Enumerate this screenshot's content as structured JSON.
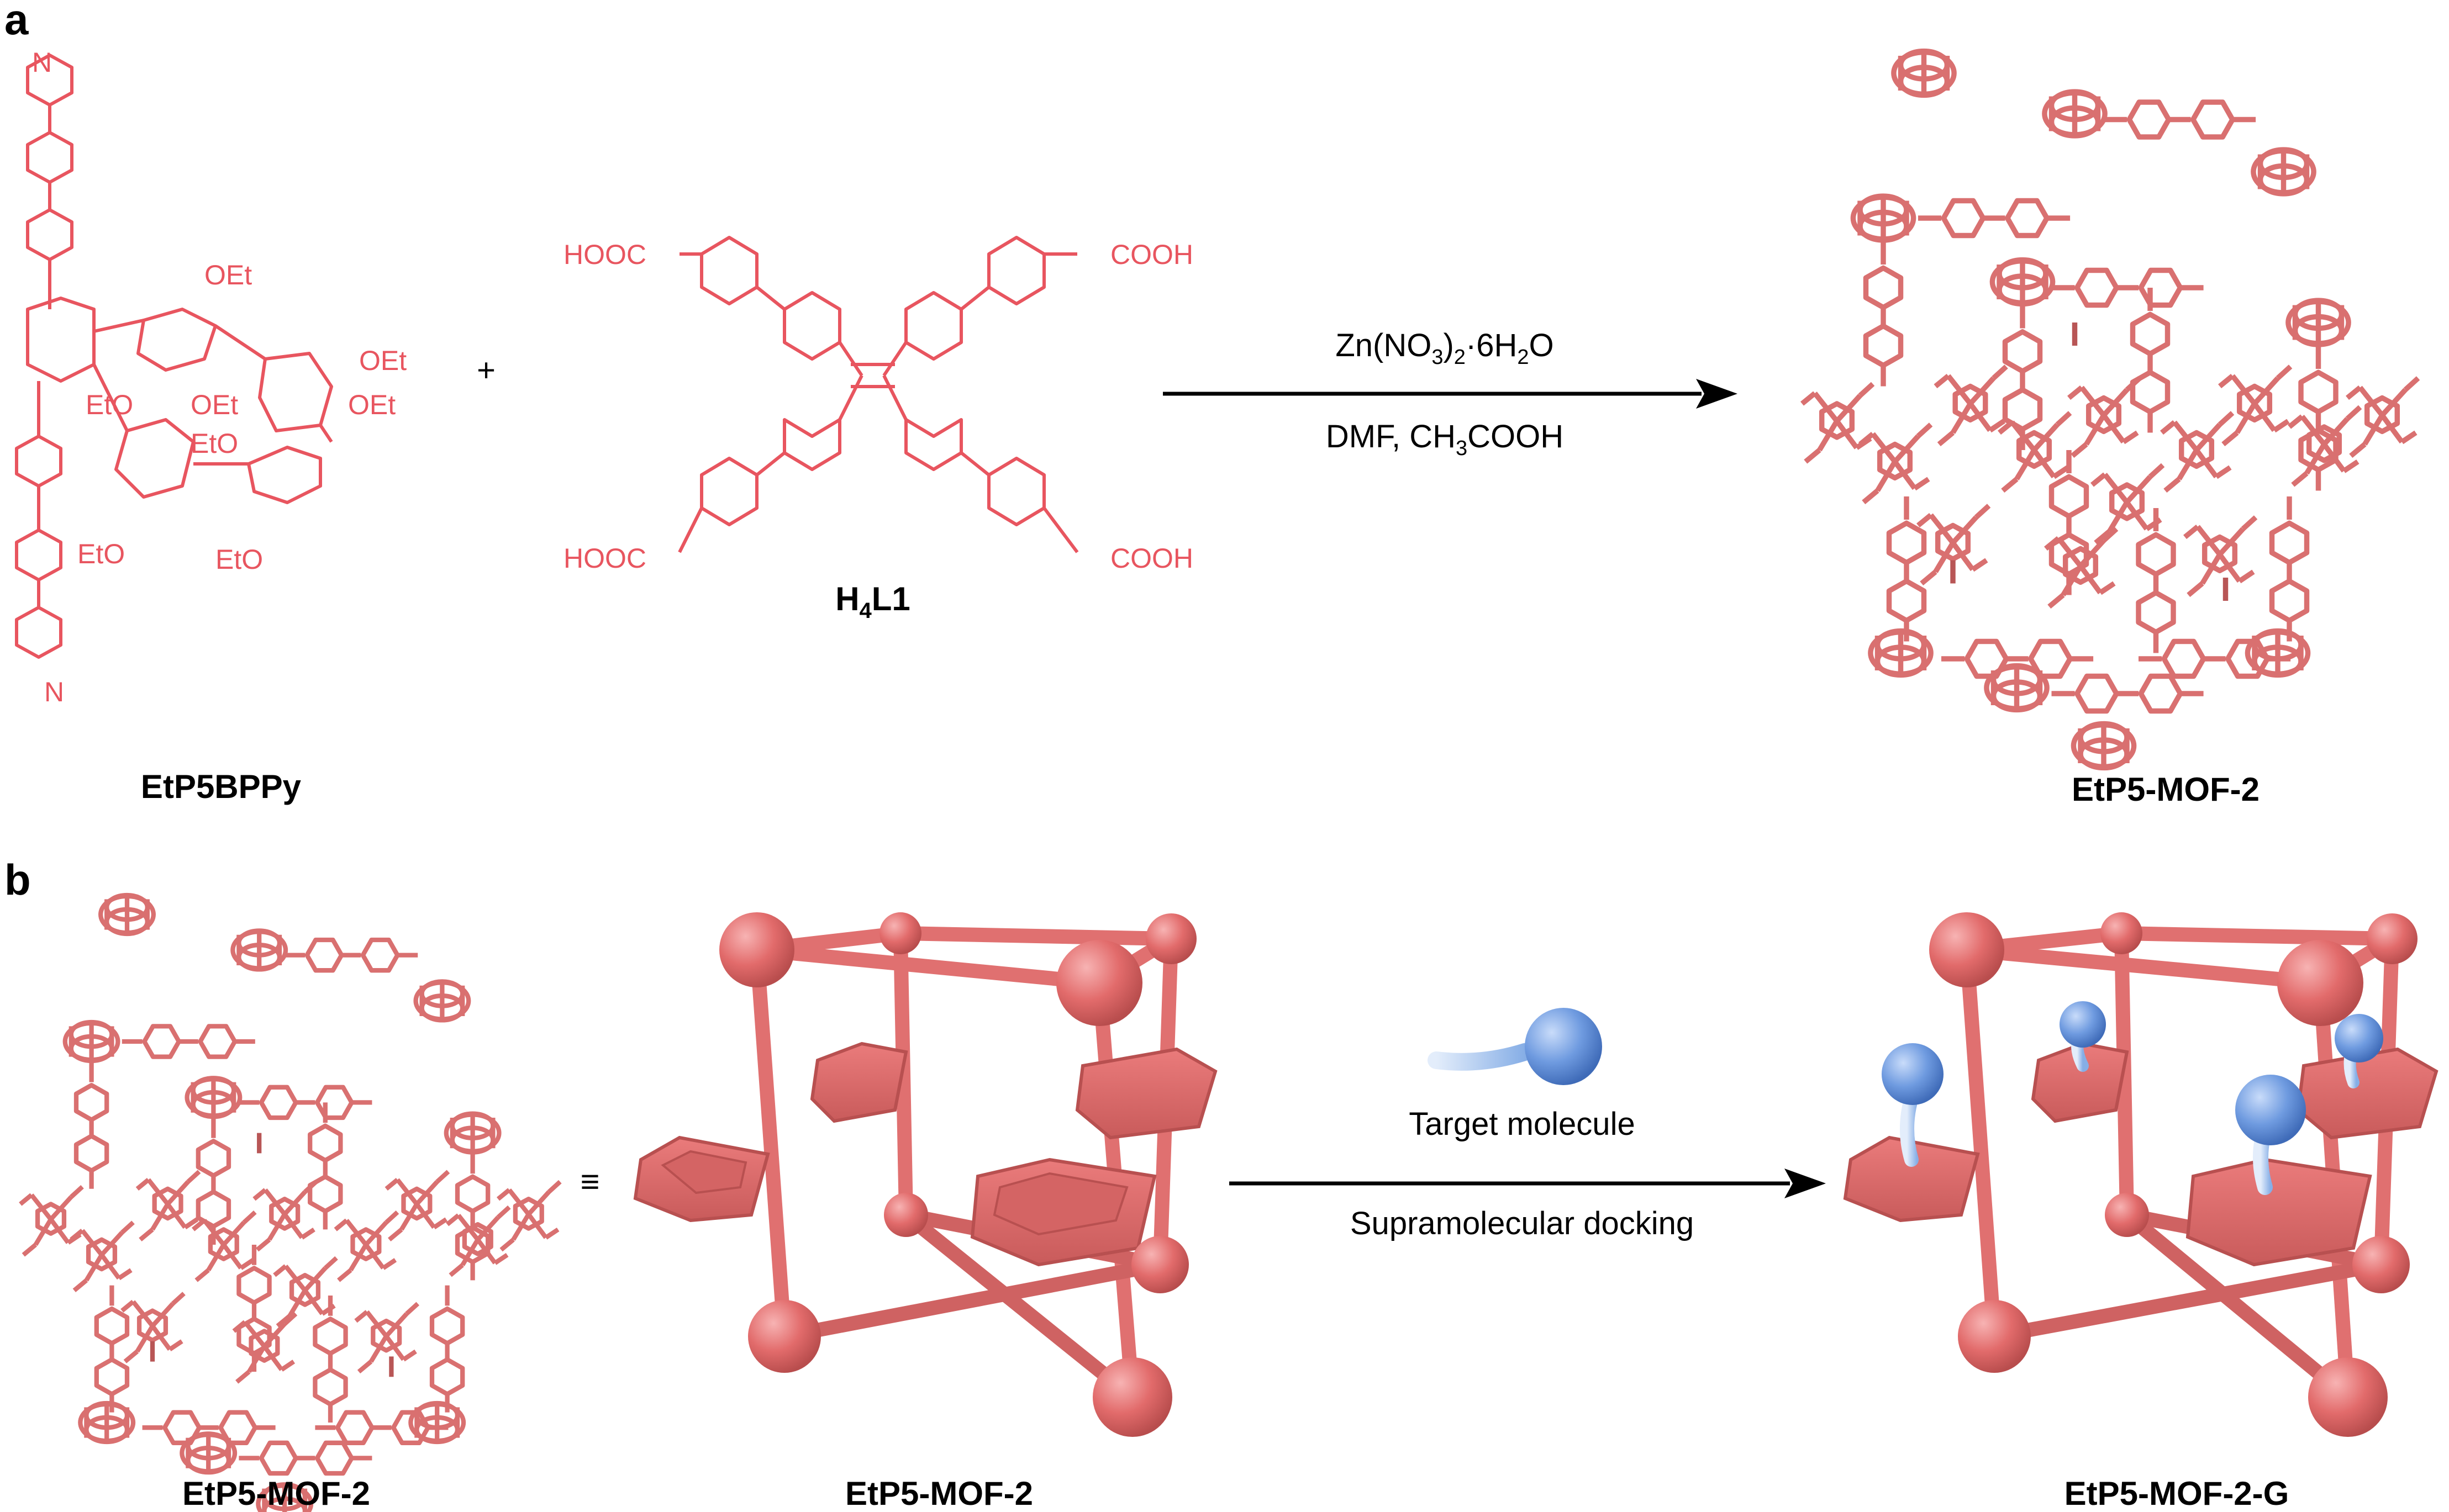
{
  "colors": {
    "chemistry": "#e8555f",
    "framework": "#e07070",
    "guest": "#6f9be0",
    "text": "#111111"
  },
  "panel_a": {
    "label": "a",
    "plus": "+",
    "reagent_1": {
      "name": "EtP5BPPy",
      "atoms": [
        "N",
        "N",
        "OEt",
        "OEt",
        "OEt",
        "OEt",
        "EtO",
        "EtO",
        "EtO",
        "EtO"
      ]
    },
    "reagent_2": {
      "name_main": "H",
      "name_sub": "4",
      "name_tail": "L1",
      "groups": [
        "HOOC",
        "COOH",
        "HOOC",
        "COOH"
      ]
    },
    "conditions": {
      "line1": {
        "a": "Zn(NO",
        "b": "3",
        "c": ")",
        "d": "2",
        "e": "·6H",
        "f": "2",
        "g": "O"
      },
      "line2": {
        "a": "DMF, CH",
        "b": "3",
        "c": "COOH"
      }
    },
    "product": {
      "name": "EtP5-MOF-2"
    }
  },
  "panel_b": {
    "label": "b",
    "equivalence": "≡",
    "structure_name": "EtP5-MOF-2",
    "model_name": "EtP5-MOF-2",
    "guest_label": "Target molecule",
    "process_label": "Supramolecular docking",
    "product_name": "EtP5-MOF-2-G"
  }
}
